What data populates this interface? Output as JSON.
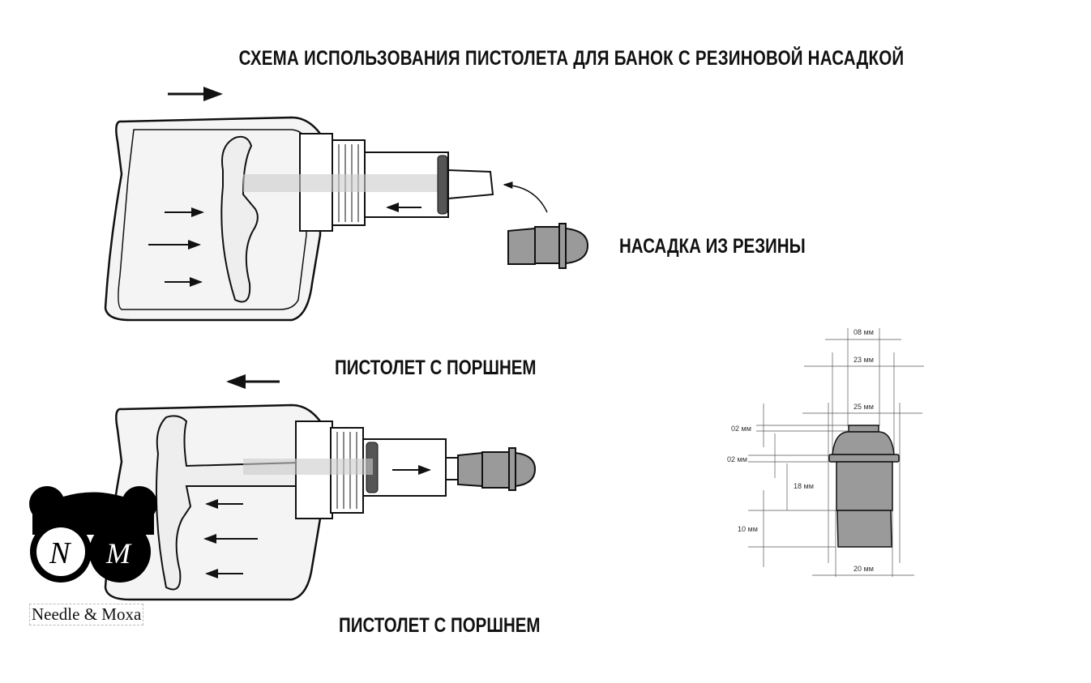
{
  "title": "СХЕМА ИСПОЛЬЗОВАНИЯ ПИСТОЛЕТА ДЛЯ БАНОК С РЕЗИНОВОЙ НАСАДКОЙ",
  "labels": {
    "rubber_tip": "НАСАДКА ИЗ РЕЗИНЫ",
    "gun_top": "ПИСТОЛЕТ С ПОРШНЕМ",
    "gun_bottom": "ПИСТОЛЕТ С ПОРШНЕМ"
  },
  "dimensions": {
    "top_width": "08 мм",
    "dome_width": "23 мм",
    "flange_width": "25 мм",
    "cap_height": "02 мм",
    "flange_height": "02 мм",
    "body_height": "18 мм",
    "base_height": "10 мм",
    "base_width": "20 мм"
  },
  "logo": {
    "letters": [
      "N",
      "M"
    ],
    "brand": "Needle & Moxa"
  },
  "colors": {
    "fill_gray": "#9a9a9a",
    "body_light": "#f2f2f2",
    "ink": "#111111"
  }
}
